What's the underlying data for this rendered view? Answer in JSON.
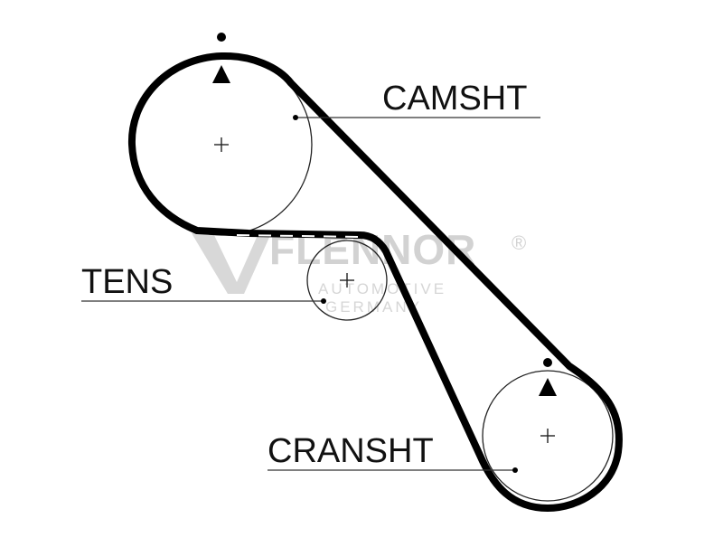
{
  "labels": {
    "camshaft": "CAMSHT",
    "tensioner": "TENS",
    "crankshaft": "CRANSHT"
  },
  "watermark": {
    "brand": "FLENNOR",
    "registered": "®",
    "line1": "AUTOMOTIVE",
    "line2": "GERMANY"
  },
  "colors": {
    "belt": "#000000",
    "pulley": "#222222",
    "watermark": "#d2d2d2"
  }
}
